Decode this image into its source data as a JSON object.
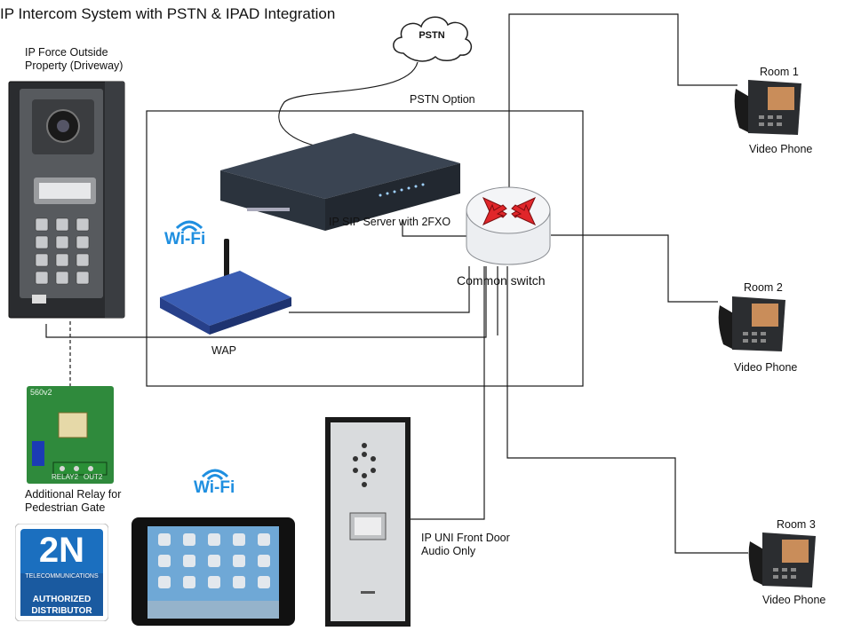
{
  "title": "IP Intercom System with PSTN & IPAD Integration",
  "cloud_label": "PSTN",
  "pstn_option": "PSTN Option",
  "intercom_outside": {
    "line1": "IP Force Outside",
    "line2": "Property (Driveway)"
  },
  "sip_server": "IP SIP Server with 2FXO",
  "switch_label": "Common switch",
  "wap_label": "WAP",
  "wifi_label": "Wi-Fi",
  "relay": {
    "line1": "Additional Relay for",
    "line2": "Pedestrian Gate",
    "board_text": "560v2",
    "relay_text": "RELAY2",
    "out_text": "OUT2"
  },
  "front_door": {
    "line1": "IP UNI Front Door",
    "line2": "Audio Only"
  },
  "rooms": [
    {
      "name": "Room 1",
      "device": "Video Phone"
    },
    {
      "name": "Room 2",
      "device": "Video Phone"
    },
    {
      "name": "Room 3",
      "device": "Video Phone"
    }
  ],
  "badge": {
    "brand": "2N",
    "sub": "TELECOMMUNICATIONS",
    "line1": "AUTHORIZED",
    "line2": "DISTRIBUTOR"
  },
  "colors": {
    "line": "#1a1a1a",
    "wifi_blue": "#1f8fe0",
    "router_red": "#e0262a",
    "brand_blue": "#1b6fbf"
  }
}
